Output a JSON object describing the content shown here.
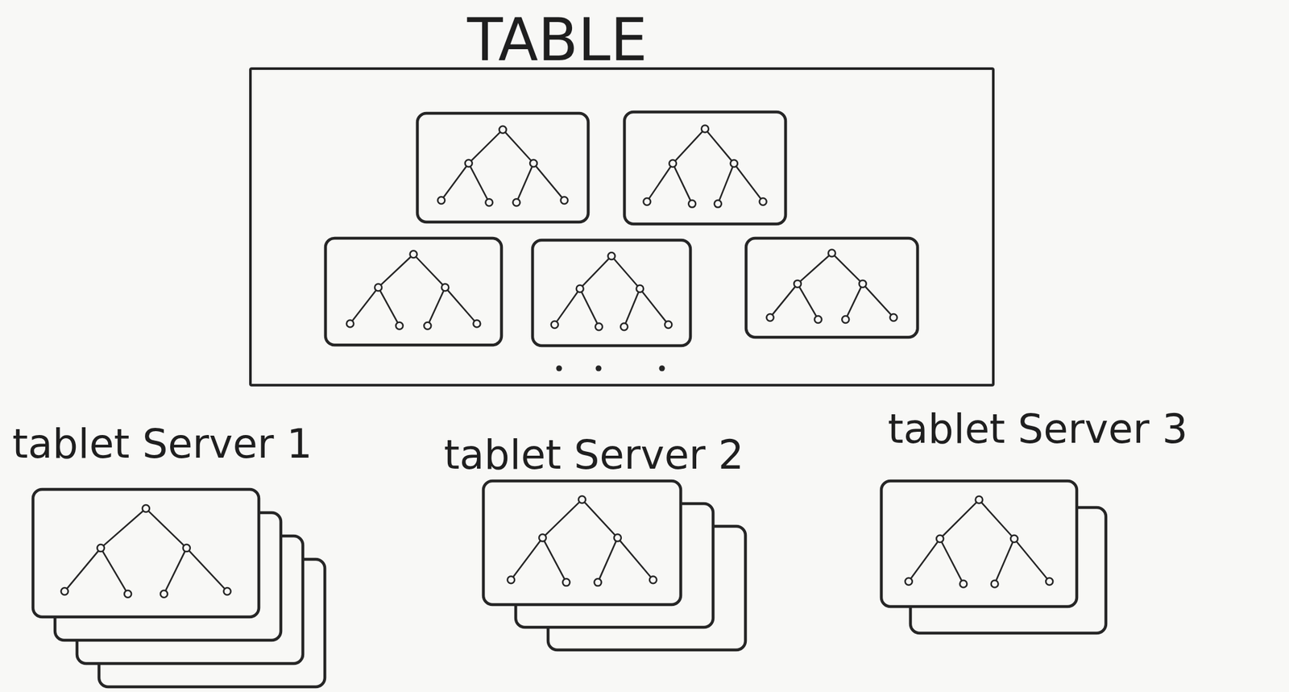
{
  "diagram": {
    "nodes": [
      {
        "text": [
          "TABLE"
        ]
      },
      {
        "text": [
          "tablet Server 1"
        ]
      },
      {
        "text": [
          "tablet Server 2"
        ]
      },
      {
        "text": [
          "tablet Server 3"
        ]
      }
    ]
  }
}
